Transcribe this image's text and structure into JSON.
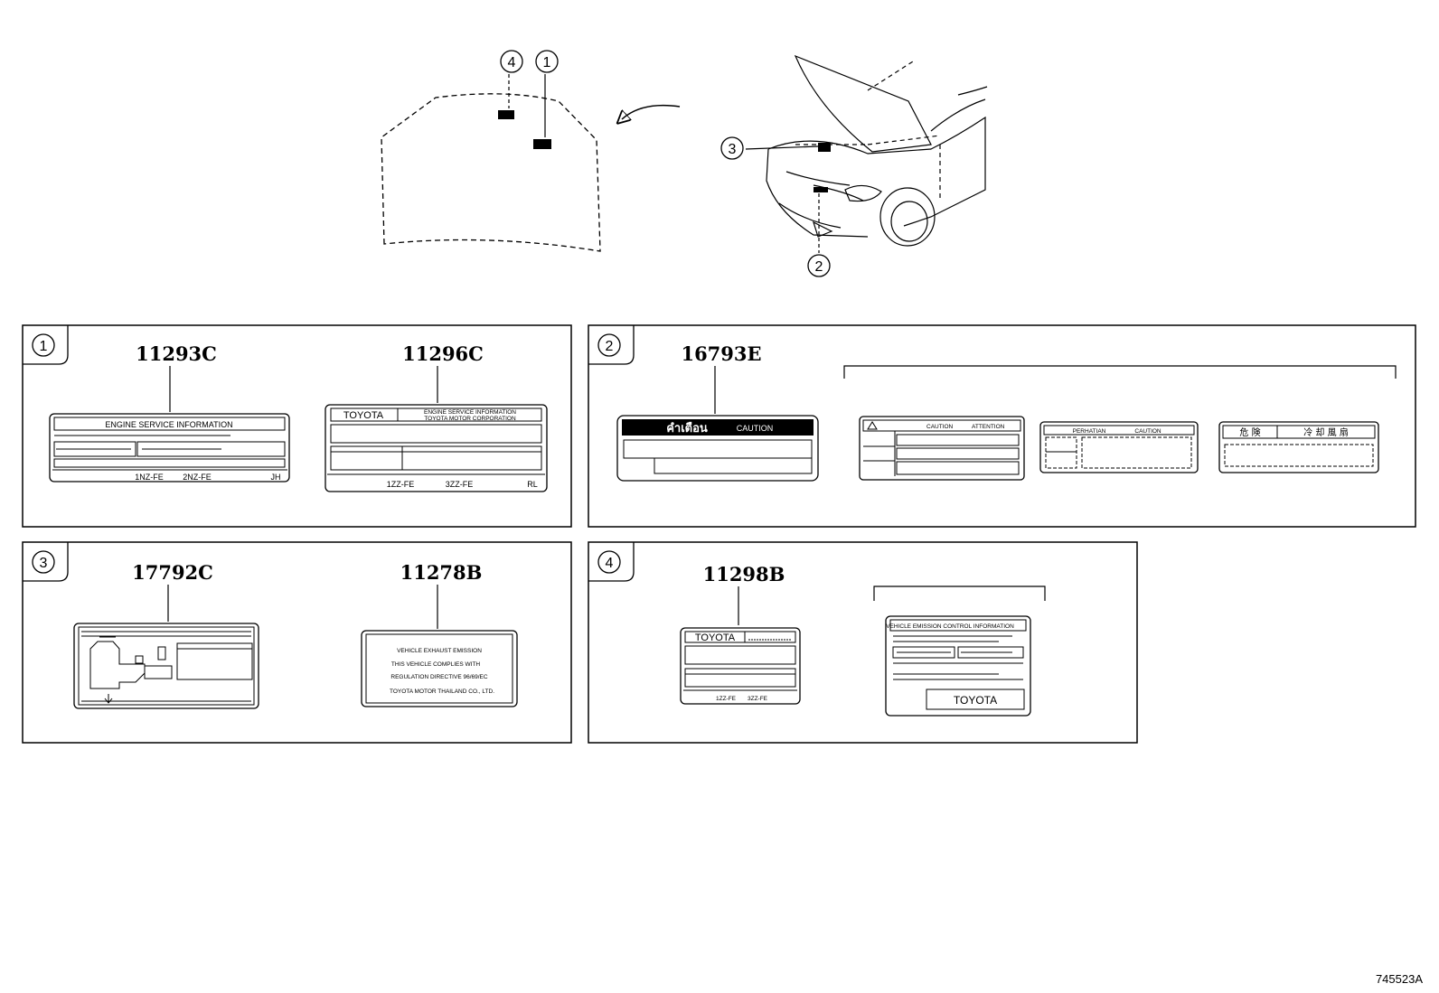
{
  "callouts": {
    "c1": "1",
    "c2": "2",
    "c3": "3",
    "c4": "4"
  },
  "panel1": {
    "num": "1",
    "part_a": "11293C",
    "part_b": "11296C",
    "label_a": {
      "title": "ENGINE SERVICE INFORMATION",
      "footer_left": "1NZ-FE",
      "footer_mid": "2NZ-FE",
      "footer_right": "JH"
    },
    "label_b": {
      "brand": "TOYOTA",
      "line1": "ENGINE SERVICE INFORMATION",
      "line2": "TOYOTA MOTOR CORPORATION",
      "footer_left": "1ZZ-FE",
      "footer_mid": "3ZZ-FE",
      "footer_right": "RL"
    }
  },
  "panel2": {
    "num": "2",
    "part": "16793E",
    "label_thai": {
      "thai": "คำเตือน",
      "caution": "CAUTION"
    },
    "label_b": {
      "c1": "CAUTION",
      "c2": "ATTENTION"
    },
    "label_c": {
      "p1": "PERHATIAN",
      "p2": "CAUTION"
    },
    "label_d": {
      "j1": "危 険",
      "j2": "冷 却 風 扇"
    }
  },
  "panel3": {
    "num": "3",
    "part_a": "17792C",
    "part_b": "11278B",
    "label_b": {
      "l1": "VEHICLE EXHAUST EMISSION",
      "l2": "THIS VEHICLE COMPLIES WITH",
      "l3": "REGULATION DIRECTIVE 96/69/EC",
      "l4": "TOYOTA MOTOR THAILAND CO., LTD."
    }
  },
  "panel4": {
    "num": "4",
    "part": "11298B",
    "label_a": {
      "brand": "TOYOTA",
      "footer_left": "1ZZ-FE",
      "footer_mid": "3ZZ-FE"
    },
    "label_b": {
      "title": "VEHICLE EMISSION CONTROL INFORMATION",
      "brand": "TOYOTA"
    }
  },
  "drawing_code": "745523A"
}
